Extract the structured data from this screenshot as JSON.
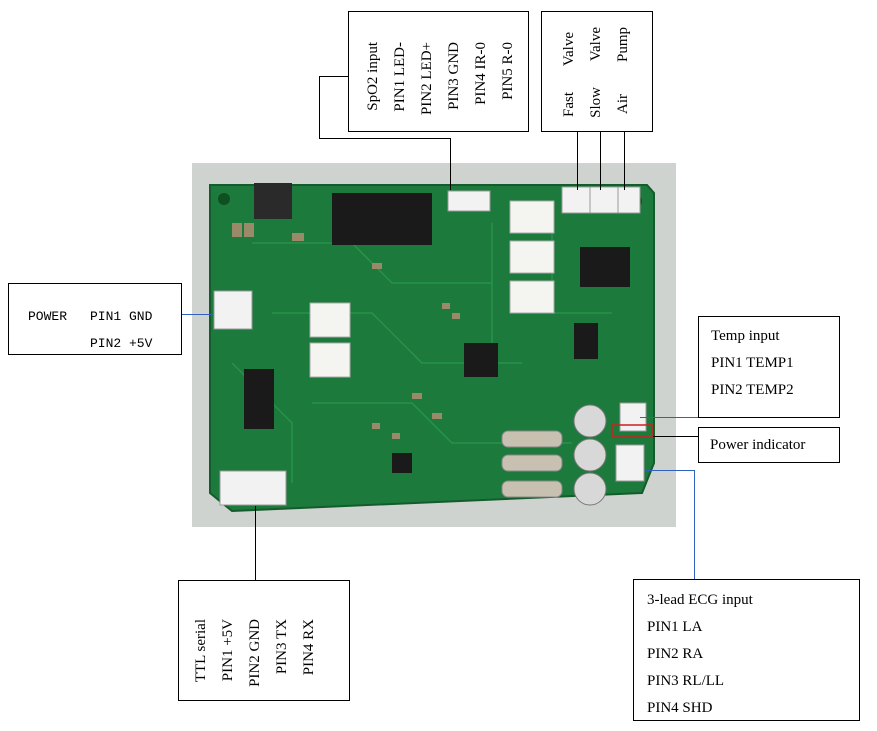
{
  "spo2": {
    "title": "SpO2 input",
    "pins": [
      "PIN1 LED-",
      "PIN2 LED+",
      "PIN3 GND",
      "PIN4 IR-0",
      "PIN5 R-0"
    ]
  },
  "valves": {
    "fast": [
      "Fast",
      "Valve"
    ],
    "slow": [
      "Slow",
      "Valve"
    ],
    "air": [
      "Air",
      "Pump"
    ]
  },
  "power": {
    "label": "POWER",
    "pin1": "PIN1 GND",
    "pin2": "PIN2 +5V"
  },
  "temp": {
    "title": "Temp input",
    "pin1": "PIN1 TEMP1",
    "pin2": "PIN2 TEMP2"
  },
  "indicator": {
    "label": "Power indicator"
  },
  "ttl": {
    "title": "TTL serial",
    "pins": [
      "PIN1 +5V",
      "PIN2 GND",
      "PIN3 TX",
      "PIN4 RX"
    ]
  },
  "ecg": {
    "title": "3-lead ECG input",
    "pins": [
      "PIN1 LA",
      "PIN2 RA",
      "PIN3 RL/LL",
      "PIN4 SHD"
    ]
  },
  "colors": {
    "pcb": "#1c7a3c",
    "silk": "#e8f2ea",
    "leader_blue": "#3060c0",
    "indicator_red": "#d02020"
  }
}
